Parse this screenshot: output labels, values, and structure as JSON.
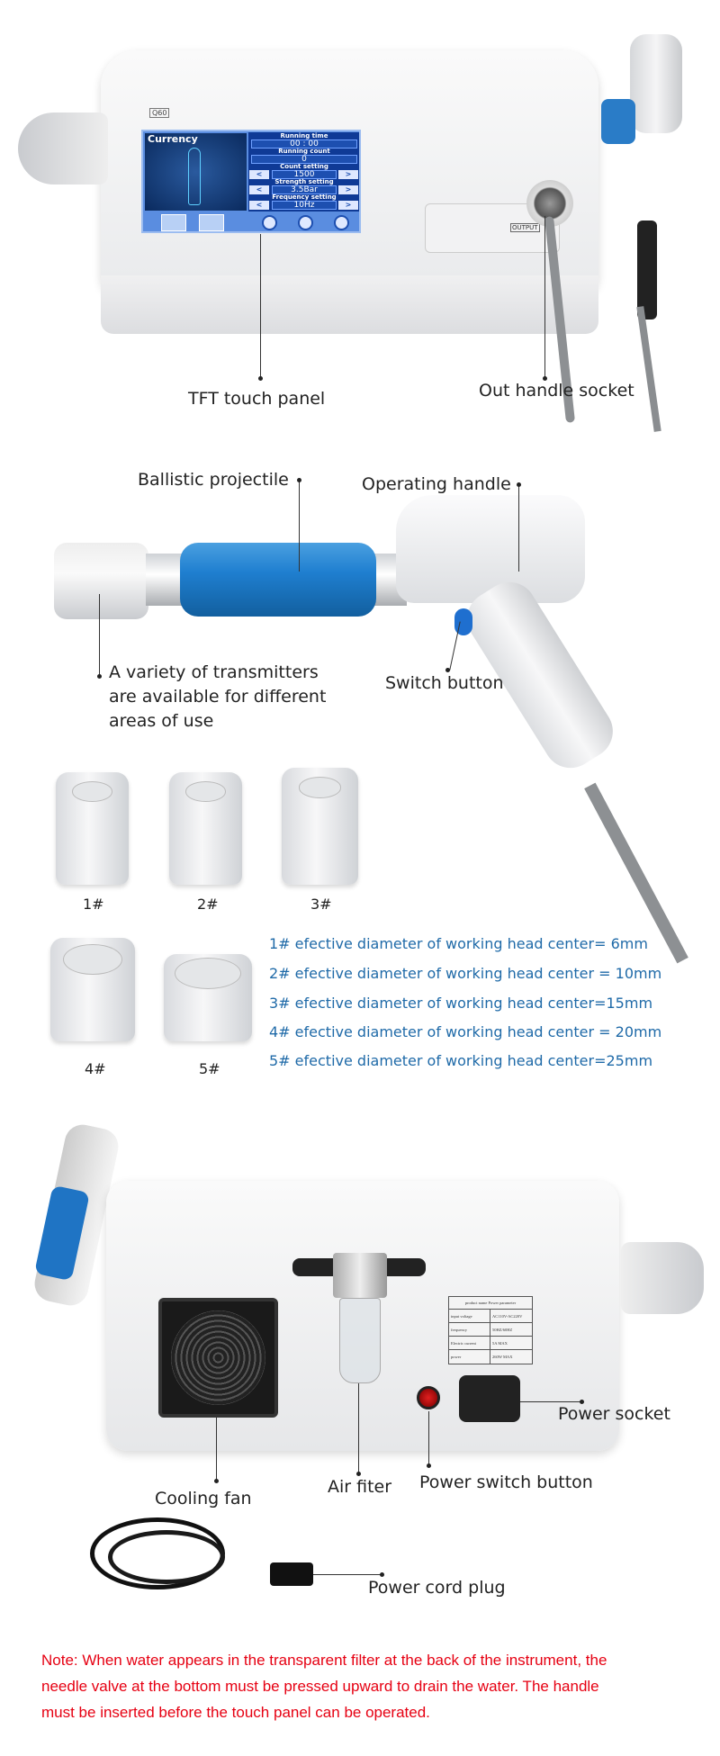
{
  "colors": {
    "spec_text": "#1f6aa8",
    "note_text": "#e60012",
    "screen_blue": "#1d4fb0"
  },
  "front": {
    "model_badge": "Q60",
    "output_label": "OUTPUT",
    "screen": {
      "title": "Currency",
      "running_time_label": "Running time",
      "running_time": "00 : 00",
      "running_count_label": "Running count",
      "running_count": "0",
      "count_setting_label": "Count setting",
      "count_setting": "1500",
      "strength_setting_label": "Strength setting",
      "strength_setting": "3.5Bar",
      "frequency_setting_label": "Frequency setting",
      "frequency_setting": "10Hz",
      "left_arrow": "<",
      "right_arrow": ">"
    },
    "labels": {
      "tft": "TFT touch panel",
      "socket": "Out handle socket"
    }
  },
  "handle": {
    "labels": {
      "projectile": "Ballistic projectile",
      "operating": "Operating handle",
      "transmitters": [
        "A variety of transmitters",
        "are available for different",
        "areas of use"
      ],
      "switch": "Switch button"
    }
  },
  "tips": {
    "names": [
      "1#",
      "2#",
      "3#",
      "4#",
      "5#"
    ],
    "specs": [
      "1# efective diameter of working head center= 6mm",
      "2# efective diameter of working head center = 10mm",
      "3# efective diameter of working head center=15mm",
      "4# efective diameter of working head center = 20mm",
      "5# efective diameter of working head center=25mm"
    ]
  },
  "back": {
    "labels": {
      "fan": "Cooling fan",
      "filter": "Air fiter",
      "power_switch": "Power switch button",
      "power_socket": "Power socket",
      "cord": "Power cord plug"
    },
    "plate": {
      "title": "product name  Power parameter",
      "rows": [
        [
          "input voltage",
          "AC110V-AC220V"
        ],
        [
          "frequency",
          "50HZ/60HZ"
        ],
        [
          "Electric current",
          "5A MAX"
        ],
        [
          "power",
          "260W MAX"
        ]
      ]
    }
  },
  "note": [
    "Note: When water appears in the transparent filter at the back of the instrument, the",
    "needle valve at the bottom must be pressed upward to drain the water. The handle",
    "must be inserted before the touch panel can be operated."
  ]
}
